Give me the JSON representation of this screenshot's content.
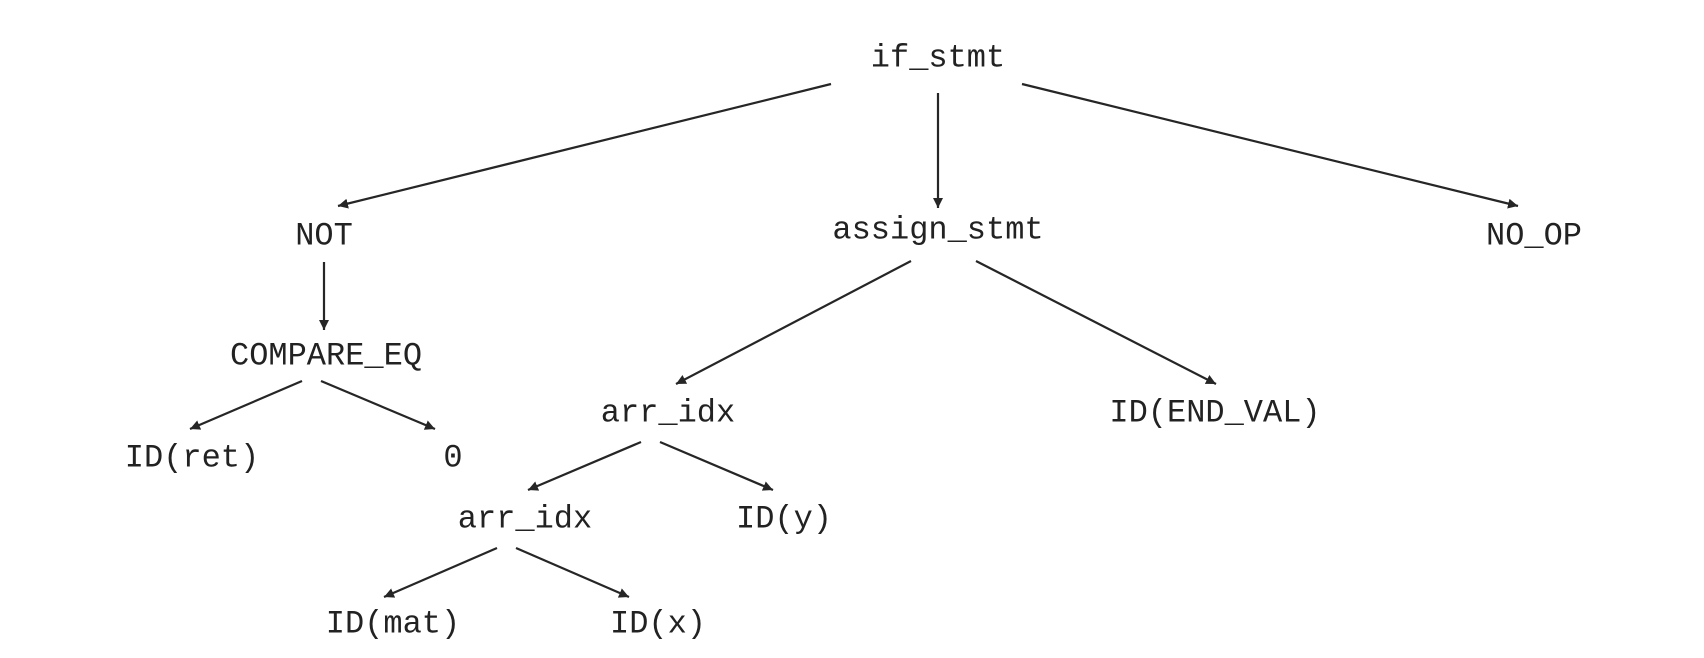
{
  "diagram": {
    "type": "tree",
    "colors": {
      "edge": "#262626",
      "text": "#222222",
      "background": "#ffffff"
    },
    "nodes": [
      {
        "id": "if_stmt",
        "label": "if_stmt"
      },
      {
        "id": "not",
        "label": "NOT"
      },
      {
        "id": "assign_stmt",
        "label": "assign_stmt"
      },
      {
        "id": "no_op",
        "label": "NO_OP"
      },
      {
        "id": "compare_eq",
        "label": "COMPARE_EQ"
      },
      {
        "id": "id_ret",
        "label": "ID(ret)"
      },
      {
        "id": "zero",
        "label": "0"
      },
      {
        "id": "arr_idx_outer",
        "label": "arr_idx"
      },
      {
        "id": "id_end_val",
        "label": "ID(END_VAL)"
      },
      {
        "id": "arr_idx_inner",
        "label": "arr_idx"
      },
      {
        "id": "id_y",
        "label": "ID(y)"
      },
      {
        "id": "id_mat",
        "label": "ID(mat)"
      },
      {
        "id": "id_x",
        "label": "ID(x)"
      }
    ],
    "edges": [
      {
        "from": "if_stmt",
        "to": "not"
      },
      {
        "from": "if_stmt",
        "to": "assign_stmt"
      },
      {
        "from": "if_stmt",
        "to": "no_op"
      },
      {
        "from": "not",
        "to": "compare_eq"
      },
      {
        "from": "compare_eq",
        "to": "id_ret"
      },
      {
        "from": "compare_eq",
        "to": "zero"
      },
      {
        "from": "assign_stmt",
        "to": "arr_idx_outer"
      },
      {
        "from": "assign_stmt",
        "to": "id_end_val"
      },
      {
        "from": "arr_idx_outer",
        "to": "arr_idx_inner"
      },
      {
        "from": "arr_idx_outer",
        "to": "id_y"
      },
      {
        "from": "arr_idx_inner",
        "to": "id_mat"
      },
      {
        "from": "arr_idx_inner",
        "to": "id_x"
      }
    ]
  }
}
